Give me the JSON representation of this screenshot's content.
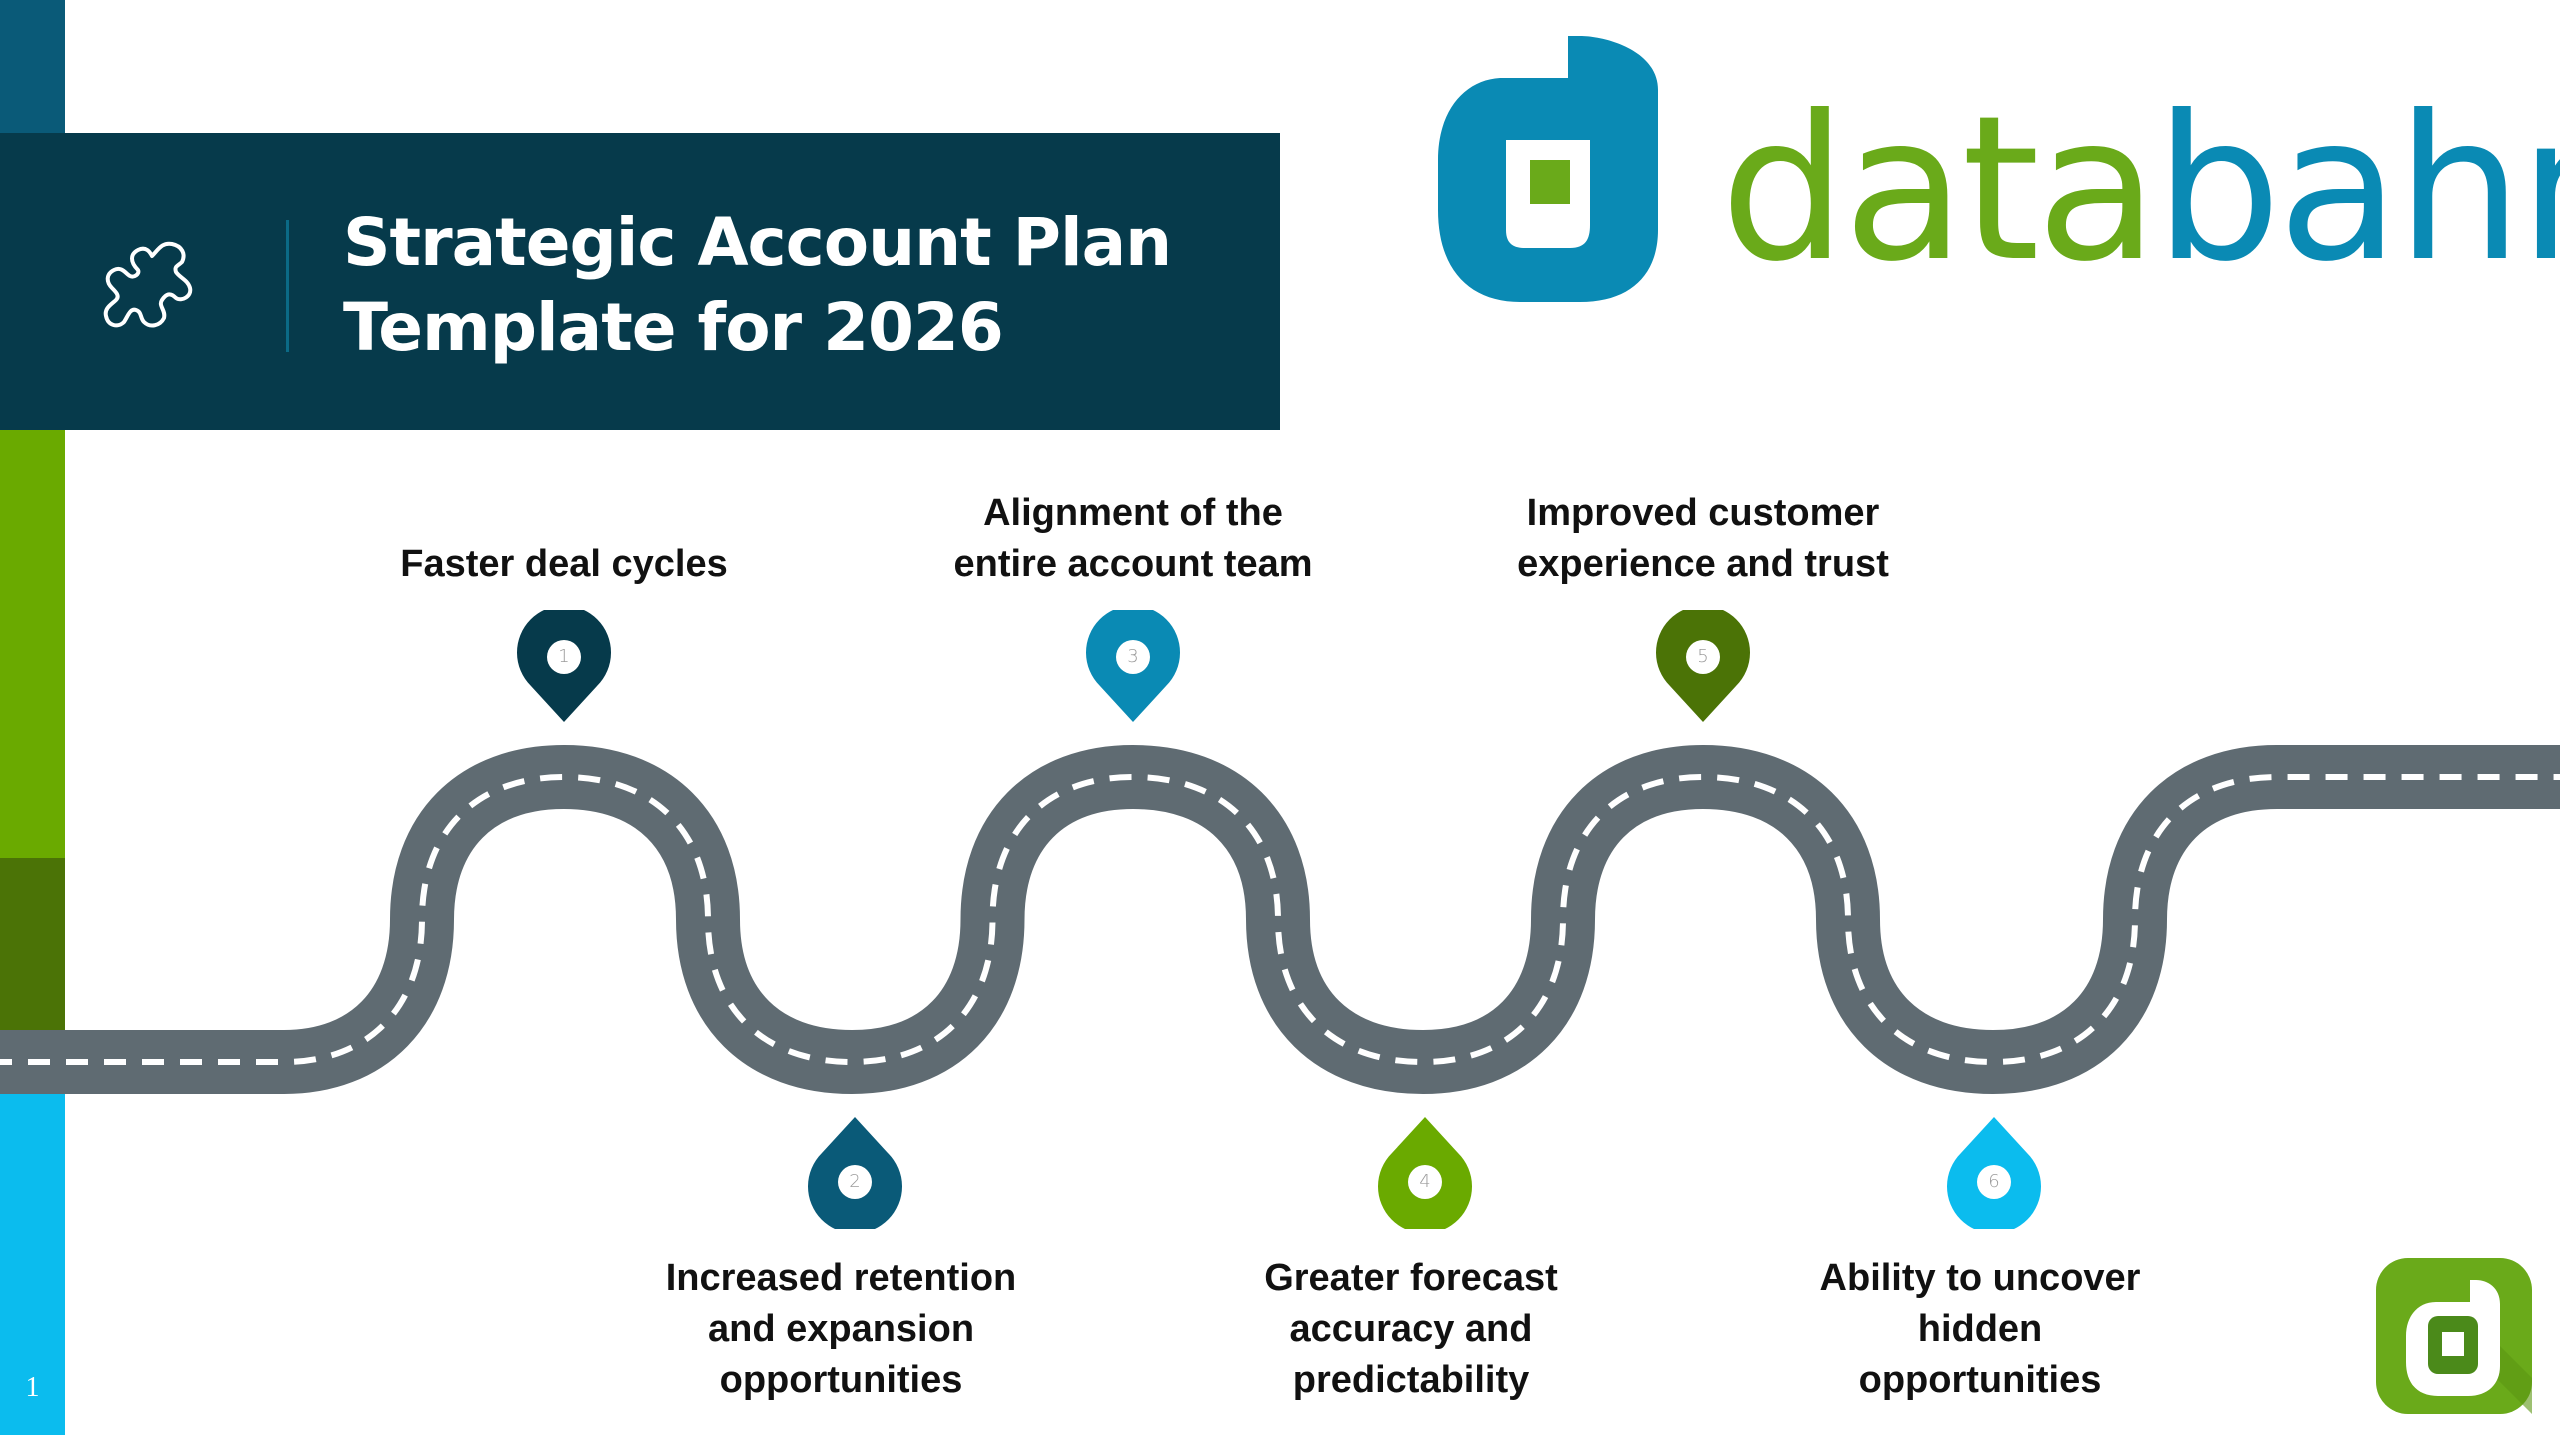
{
  "slide": {
    "title_line1": "Strategic Account Plan",
    "title_line2": "Template for 2026",
    "slide_number": "1",
    "title_icon": "puzzle-piece-icon"
  },
  "logo": {
    "word_part1": "data",
    "word_part2": "bahn",
    "brand_green": "#6aaa1a",
    "brand_blue": "#0a8ab4"
  },
  "colors": {
    "banner": "#063a4b",
    "road": "#5f6b72",
    "sidebar": [
      "#0a5a78",
      "#6aaa00",
      "#4b7306",
      "#0bbcee"
    ]
  },
  "milestones": [
    {
      "number": "1",
      "lines": [
        "Faster deal cycles"
      ],
      "position": "above",
      "color": "#063a4b"
    },
    {
      "number": "2",
      "lines": [
        "Increased retention",
        "and expansion",
        "opportunities"
      ],
      "position": "below",
      "color": "#0a5a78"
    },
    {
      "number": "3",
      "lines": [
        "Alignment of the",
        "entire account team"
      ],
      "position": "above",
      "color": "#0a8ab4"
    },
    {
      "number": "4",
      "lines": [
        "Greater forecast",
        "accuracy and",
        "predictability"
      ],
      "position": "below",
      "color": "#6aaa00"
    },
    {
      "number": "5",
      "lines": [
        "Improved customer",
        "experience and trust"
      ],
      "position": "above",
      "color": "#4b7306"
    },
    {
      "number": "6",
      "lines": [
        "Ability to uncover",
        "hidden",
        "opportunities"
      ],
      "position": "below",
      "color": "#0bbcee"
    }
  ]
}
